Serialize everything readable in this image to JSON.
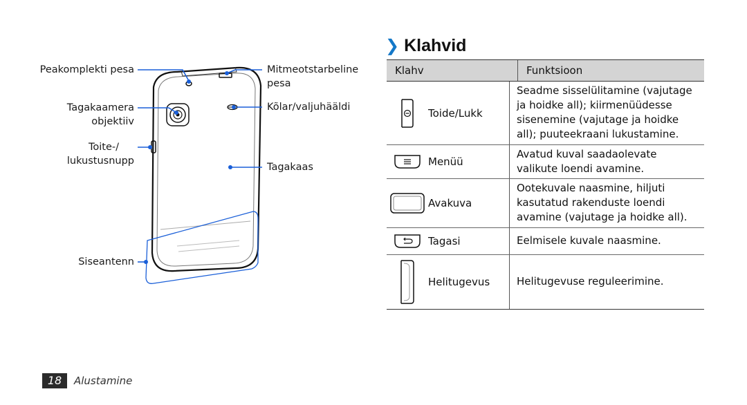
{
  "diagram": {
    "labels": {
      "headset_jack": "Peakomplekti pesa",
      "rear_camera": [
        "Tagakaamera",
        "objektiiv"
      ],
      "power_lock_key": [
        "Toite-/",
        "lukustusnupp"
      ],
      "internal_antenna": "Siseantenn",
      "multifunction_jack": [
        "Mitmeotstarbeline",
        "pesa"
      ],
      "speaker": "Kõlar/valjuhääldi",
      "back_cover": "Tagakaas"
    },
    "accent_color": "#1a5fd8"
  },
  "section": {
    "chevron": "❯",
    "title": "Klahvid"
  },
  "table": {
    "headers": {
      "key": "Klahv",
      "function": "Funktsioon"
    },
    "rows": [
      {
        "icon": "power-key-icon",
        "key": "Toide/Lukk",
        "function": "Seadme sisselülitamine (vajutage ja hoidke all); kiirmenüüdesse sisenemine (vajutage ja hoidke all); puuteekraani lukustamine."
      },
      {
        "icon": "menu-key-icon",
        "key": "Menüü",
        "function": "Avatud kuval saadaolevate valikute loendi avamine."
      },
      {
        "icon": "home-key-icon",
        "key": "Avakuva",
        "function": "Ootekuvale naasmine, hiljuti kasutatud rakenduste loendi avamine (vajutage ja hoidke all)."
      },
      {
        "icon": "back-key-icon",
        "key": "Tagasi",
        "function": "Eelmisele kuvale naasmine."
      },
      {
        "icon": "volume-key-icon",
        "key": "Helitugevus",
        "function": "Helitugevuse reguleerimine."
      }
    ]
  },
  "footer": {
    "page_number": "18",
    "section_name": "Alustamine"
  }
}
